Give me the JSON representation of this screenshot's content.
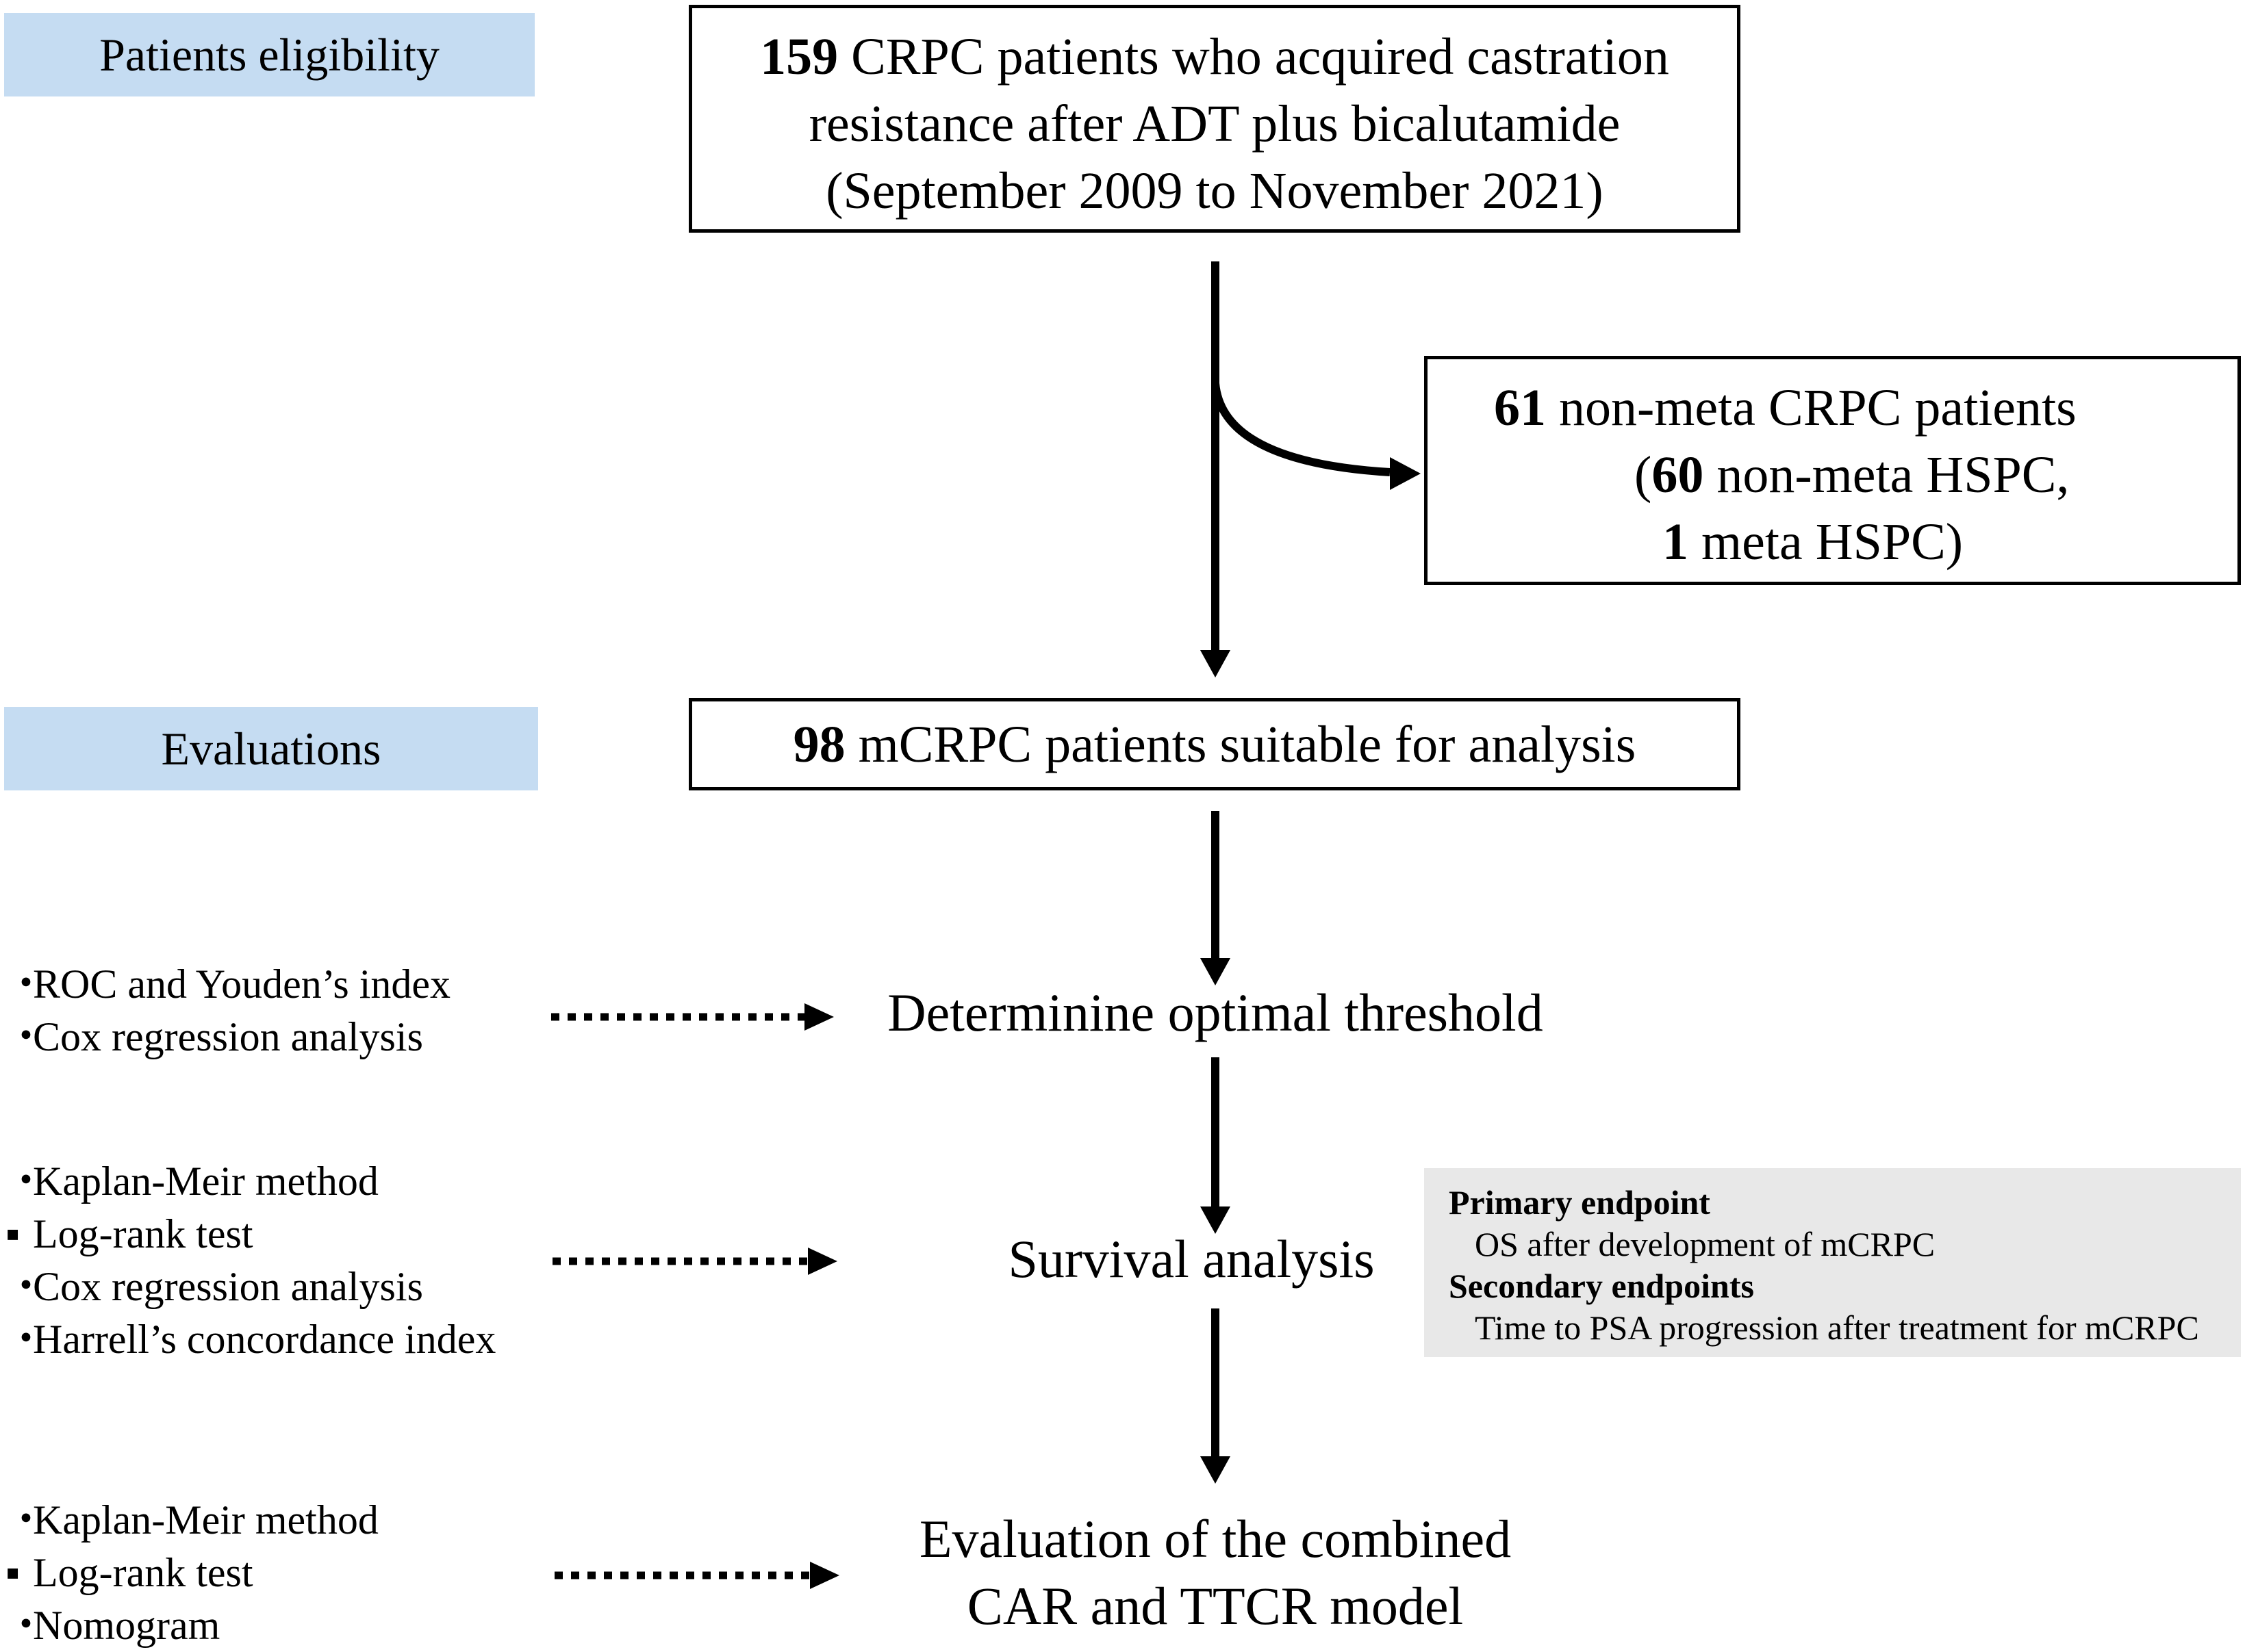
{
  "labels": {
    "eligibility": "Patients eligibility",
    "evaluations": "Evaluations"
  },
  "boxes": {
    "initial": {
      "count": "159",
      "line1_rest": " CRPC patients who acquired castration",
      "line2": "resistance after ADT plus bicalutamide",
      "line3": "(September 2009 to November 2021)"
    },
    "excluded": {
      "count": "61",
      "line1_rest": " non-meta CRPC patients",
      "line2_open": "(",
      "line2_count": "60",
      "line2_rest": " non-meta HSPC,",
      "line3_count": "1",
      "line3_rest": " meta HSPC)"
    },
    "analyzed": {
      "count": "98",
      "rest": " mCRPC patients suitable for analysis"
    }
  },
  "steps": {
    "threshold": "Determinine optimal threshold",
    "survival": "Survival analysis",
    "combined_line1": "Evaluation of the combined",
    "combined_line2": "CAR and TTCR model"
  },
  "methods": {
    "threshold": [
      {
        "bullet": "・",
        "text": "ROC and Youden’s index"
      },
      {
        "bullet": "・",
        "text": "Cox regression analysis"
      }
    ],
    "survival": [
      {
        "bullet": "・",
        "text": "Kaplan-Meir method"
      },
      {
        "bullet": "▪",
        "text": "Log-rank test"
      },
      {
        "bullet": "・",
        "text": "Cox regression analysis"
      },
      {
        "bullet": "・",
        "text": "Harrell’s concordance index"
      }
    ],
    "combined": [
      {
        "bullet": "・",
        "text": "Kaplan-Meir method"
      },
      {
        "bullet": "▪",
        "text": "Log-rank test"
      },
      {
        "bullet": "・",
        "text": "Nomogram"
      }
    ]
  },
  "endpoints": {
    "primary_heading": "Primary endpoint",
    "primary_value": "OS after development of mCRPC",
    "secondary_heading": "Secondary endpoints",
    "secondary_value": "Time to PSA progression after treatment for mCRPC"
  },
  "colors": {
    "label_fill": "#c5dcf2",
    "endpoint_fill": "#e8e8e8",
    "line": "#000000"
  }
}
